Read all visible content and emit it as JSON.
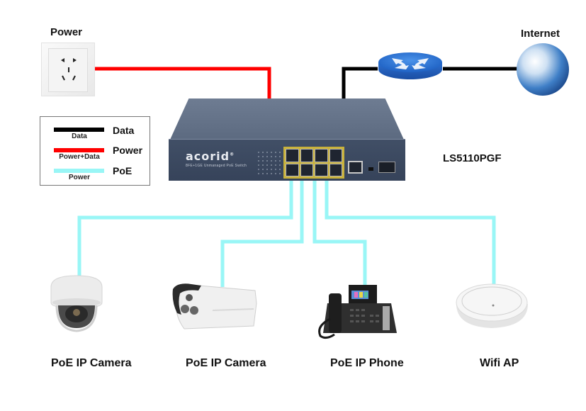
{
  "title_labels": {
    "power": "Power",
    "internet": "Internet",
    "model": "LS5110PGF"
  },
  "switch": {
    "brand": "acorid",
    "brand_mark": "®",
    "subtitle": "8FE+1GE Unmanaged PoE Switch",
    "poe_ports": 8,
    "uplink_ports": 1,
    "sfp_ports": 1
  },
  "legend": {
    "items": [
      {
        "name": "Data",
        "sub": "Data",
        "color": "#000000"
      },
      {
        "name": "Power",
        "sub": "Power+Data",
        "color": "#ff0000"
      },
      {
        "name": "PoE",
        "sub": "Power",
        "color": "#99f6f6"
      }
    ]
  },
  "devices": [
    {
      "label": "PoE IP Camera",
      "type": "dome-camera"
    },
    {
      "label": "PoE IP Camera",
      "type": "bullet-camera"
    },
    {
      "label": "PoE IP Phone",
      "type": "ip-phone"
    },
    {
      "label": "Wifi AP",
      "type": "wifi-access-point"
    }
  ],
  "colors": {
    "data": "#000000",
    "power": "#ff0000",
    "poe": "#99f6f6",
    "switch_body": "#3f4c63",
    "port_frame": "#c9b23a"
  }
}
